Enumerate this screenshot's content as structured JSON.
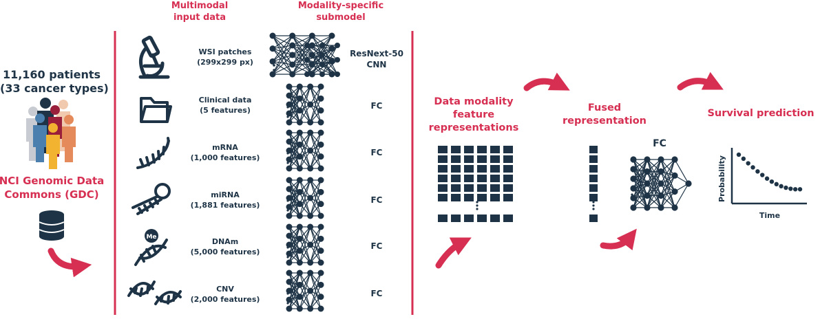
{
  "colors": {
    "navy": "#1e3446",
    "accent": "#d62f52",
    "background": "#ffffff"
  },
  "source": {
    "patients_line1": "11,160 patients",
    "patients_line2": "(33 cancer types)",
    "gdc_line1": "NCI Genomic Data",
    "gdc_line2": "Commons (GDC)"
  },
  "headers": {
    "input_line1": "Multimodal",
    "input_line2": "input data",
    "submodel_line1": "Modality-specific",
    "submodel_line2": "submodel"
  },
  "modalities": [
    {
      "name": "WSI patches",
      "detail": "(299x299 px)",
      "model_line1": "ResNext-50",
      "model_line2": "CNN",
      "icon": "microscope-icon"
    },
    {
      "name": "Clinical data",
      "detail": "(5 features)",
      "model_line1": "FC",
      "model_line2": "",
      "icon": "folder-icon"
    },
    {
      "name": "mRNA",
      "detail": "(1,000 features)",
      "model_line1": "FC",
      "model_line2": "",
      "icon": "mrna-strand-icon"
    },
    {
      "name": "miRNA",
      "detail": "(1,881 features)",
      "model_line1": "FC",
      "model_line2": "",
      "icon": "mirna-hairpin-icon"
    },
    {
      "name": "DNAm",
      "detail": "(5,000 features)",
      "model_line1": "FC",
      "model_line2": "",
      "icon": "dna-methylation-icon",
      "icon_label": "Me"
    },
    {
      "name": "CNV",
      "detail": "(2,000 features)",
      "model_line1": "FC",
      "model_line2": "",
      "icon": "dna-helix-icon"
    }
  ],
  "stages": {
    "features_line1": "Data modality",
    "features_line2": "feature",
    "features_line3": "representations",
    "fused_line1": "Fused",
    "fused_line2": "representation",
    "fc_label": "FC",
    "survival_label": "Survival prediction"
  },
  "survival_plot": {
    "ylabel": "Probability",
    "xlabel": "Time",
    "curve": [
      0.96,
      0.88,
      0.79,
      0.71,
      0.63,
      0.56,
      0.49,
      0.43,
      0.38,
      0.34,
      0.31,
      0.29,
      0.28,
      0.28
    ]
  }
}
